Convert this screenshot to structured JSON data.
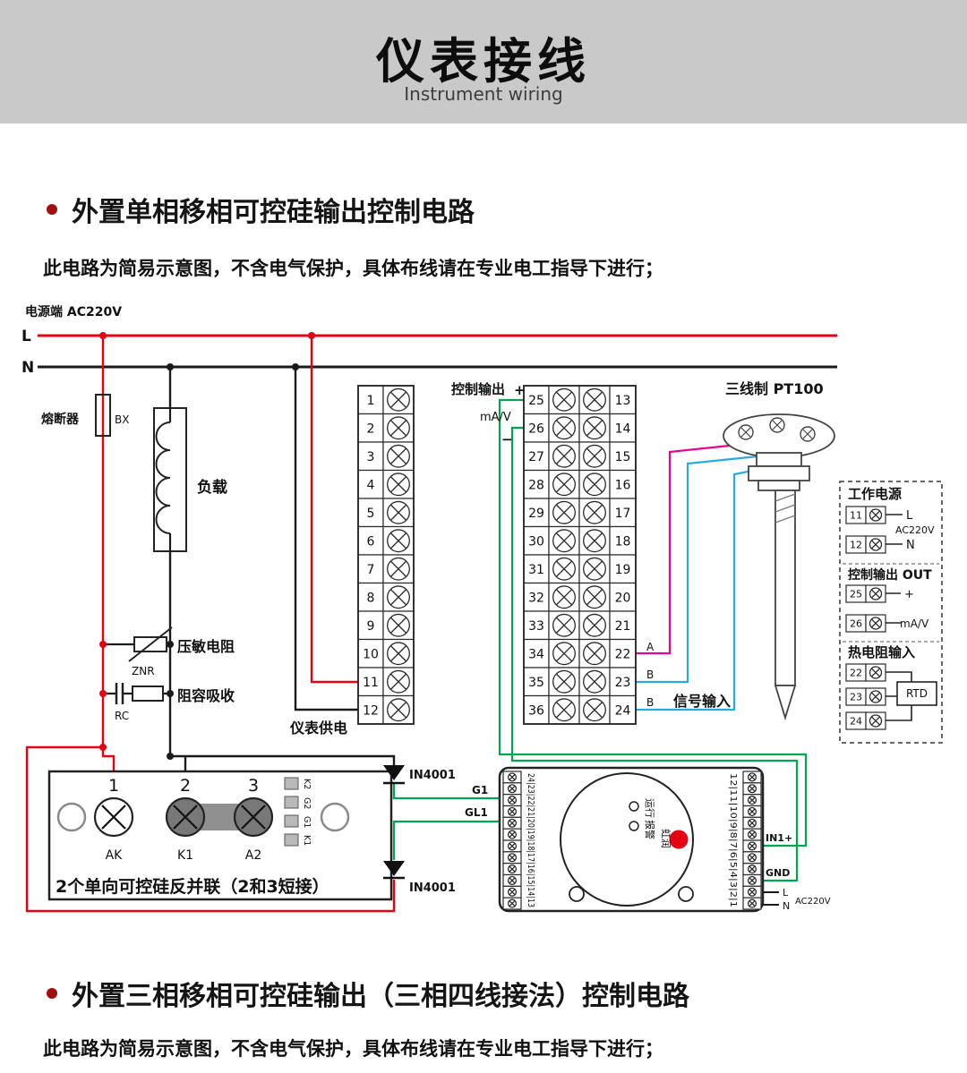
{
  "banner": {
    "title": "仪表接线",
    "subtitle": "Instrument wiring"
  },
  "sections": [
    {
      "heading": "外置单相移相可控硅输出控制电路",
      "warning": "此电路为简易示意图，不含电气保护，具体布线请在专业电工指导下进行；"
    },
    {
      "heading": "外置三相移相可控硅输出（三相四线接法）控制电路",
      "warning": "此电路为简易示意图，不含电气保护，具体布线请在专业电工指导下进行；"
    }
  ],
  "circuit": {
    "power_label": "电源端  AC220V",
    "line_l": "L",
    "line_n": "N",
    "fuse_label": "熔断器",
    "fuse_code": "BX",
    "load_label": "负载",
    "varistor_label": "压敏电阻",
    "varistor_code": "ZNR",
    "rc_label": "阻容吸收",
    "rc_code": "RC",
    "control_output_label": "控制输出",
    "plus": "+",
    "minus": "−",
    "ma_v": "mA/V",
    "meter_supply_label": "仪表供电",
    "pt100_label": "三线制 PT100",
    "signal_input_label": "信号输入",
    "signal_a": "A",
    "signal_b1": "B",
    "signal_b2": "B",
    "diode1": "IN4001",
    "diode2": "IN4001",
    "g1": "G1",
    "gl1": "GL1",
    "left_terminals": [
      "1",
      "2",
      "3",
      "4",
      "5",
      "6",
      "7",
      "8",
      "9",
      "10",
      "11",
      "12"
    ],
    "mid_terminals": [
      "25",
      "26",
      "27",
      "28",
      "29",
      "30",
      "31",
      "32",
      "33",
      "34",
      "35",
      "36"
    ],
    "right_terminals": [
      "13",
      "14",
      "15",
      "16",
      "17",
      "18",
      "19",
      "20",
      "21",
      "22",
      "23",
      "24"
    ]
  },
  "side_panel": {
    "power_title": "工作电源",
    "power_terminals": [
      "11",
      "12"
    ],
    "power_l": "L",
    "power_n": "N",
    "power_voltage": "AC220V",
    "output_title": "控制输出 OUT",
    "output_terminals": [
      "25",
      "26"
    ],
    "output_plus": "+",
    "output_ma_v": "mA/V",
    "rtd_title": "热电阻输入",
    "rtd_terminals": [
      "22",
      "23",
      "24"
    ],
    "rtd_label": "RTD"
  },
  "scr_module": {
    "terminals": [
      "1",
      "2",
      "3"
    ],
    "bottom_labels": [
      "AK",
      "K1",
      "A2"
    ],
    "side_labels": [
      "K2",
      "G2",
      "G1",
      "K1"
    ],
    "caption": "2个单向可控硅反并联（2和3短接）"
  },
  "trigger_module": {
    "left_terminals": "24|23|22|21|20|19|18|17|16|15|14|13",
    "right_terminals": "12|11|10|9|8|7|6|5|4|3|2|1",
    "run_label": "运行",
    "alarm_label": "报警",
    "brand": "虹润",
    "in1": "IN1+",
    "gnd": "GND",
    "ac": "AC220V",
    "l": "L",
    "n": "N"
  },
  "colors": {
    "red": "#e60012",
    "black": "#1a1a1a",
    "green": "#00a551",
    "blue": "#29abe2",
    "magenta": "#ec008c"
  }
}
